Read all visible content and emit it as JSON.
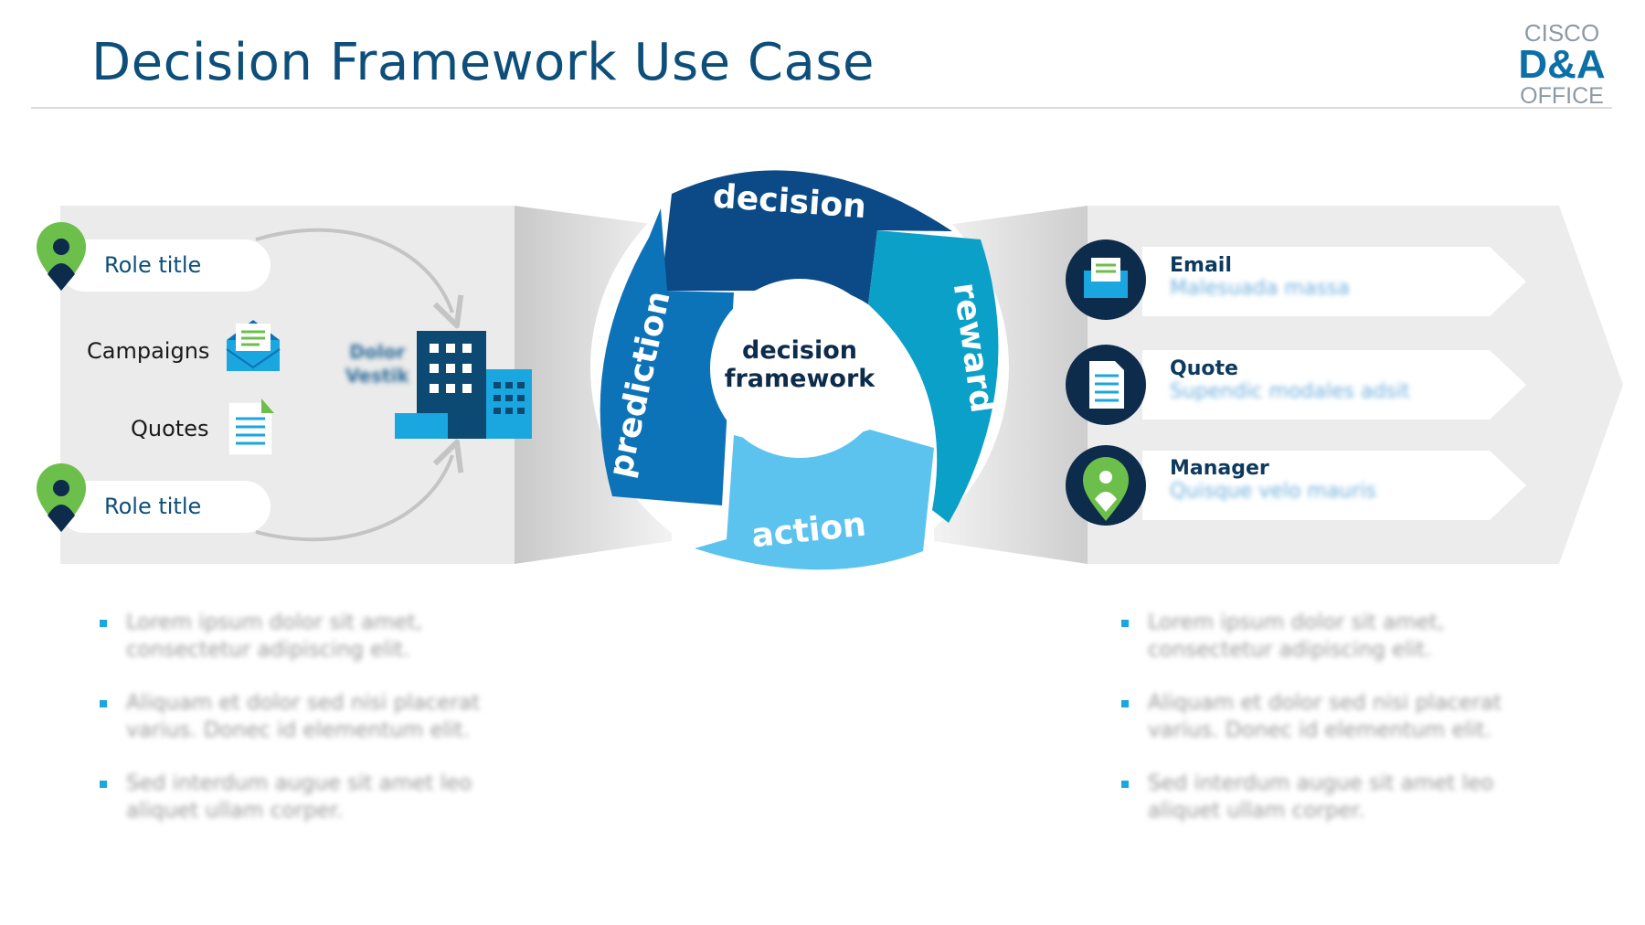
{
  "title": "Decision Framework Use Case",
  "logo": {
    "line1": "CISCO",
    "line2": "D&A",
    "line3": "OFFICE"
  },
  "left_panel": {
    "role_top": "Role title",
    "role_bottom": "Role title",
    "campaigns": "Campaigns",
    "quotes": "Quotes",
    "building_label_1": "Dolor",
    "building_label_2": "Vestik"
  },
  "cycle": {
    "center_line1": "decision",
    "center_line2": "framework",
    "decision": "decision",
    "reward": "reward",
    "action": "action",
    "prediction": "prediction"
  },
  "channels": [
    {
      "title": "Email",
      "subtitle": "Malesuada massa"
    },
    {
      "title": "Quote",
      "subtitle": "Supendic modales adsit"
    },
    {
      "title": "Manager",
      "subtitle": "Quisque velo mauris"
    }
  ],
  "bullets_left": [
    "Lorem ipsum dolor sit amet, consectetur adipiscing elit.",
    "Aliquam et dolor sed nisi placerat varius. Donec id elementum elit.",
    "Sed interdum augue sit amet leo aliquet ullam corper."
  ],
  "bullets_right": [
    "Lorem ipsum dolor sit amet, consectetur adipiscing elit.",
    "Aliquam et dolor sed nisi placerat varius. Donec id elementum elit.",
    "Sed interdum augue sit amet leo aliquet ullam corper."
  ],
  "colors": {
    "title": "#0d4f7a",
    "segment_decision": "#0b4a86",
    "segment_reward": "#0ba0c8",
    "segment_action": "#5cc3ef",
    "segment_prediction": "#0d73b8",
    "pin_green": "#6cbf4a",
    "navy": "#0d2b4a"
  }
}
